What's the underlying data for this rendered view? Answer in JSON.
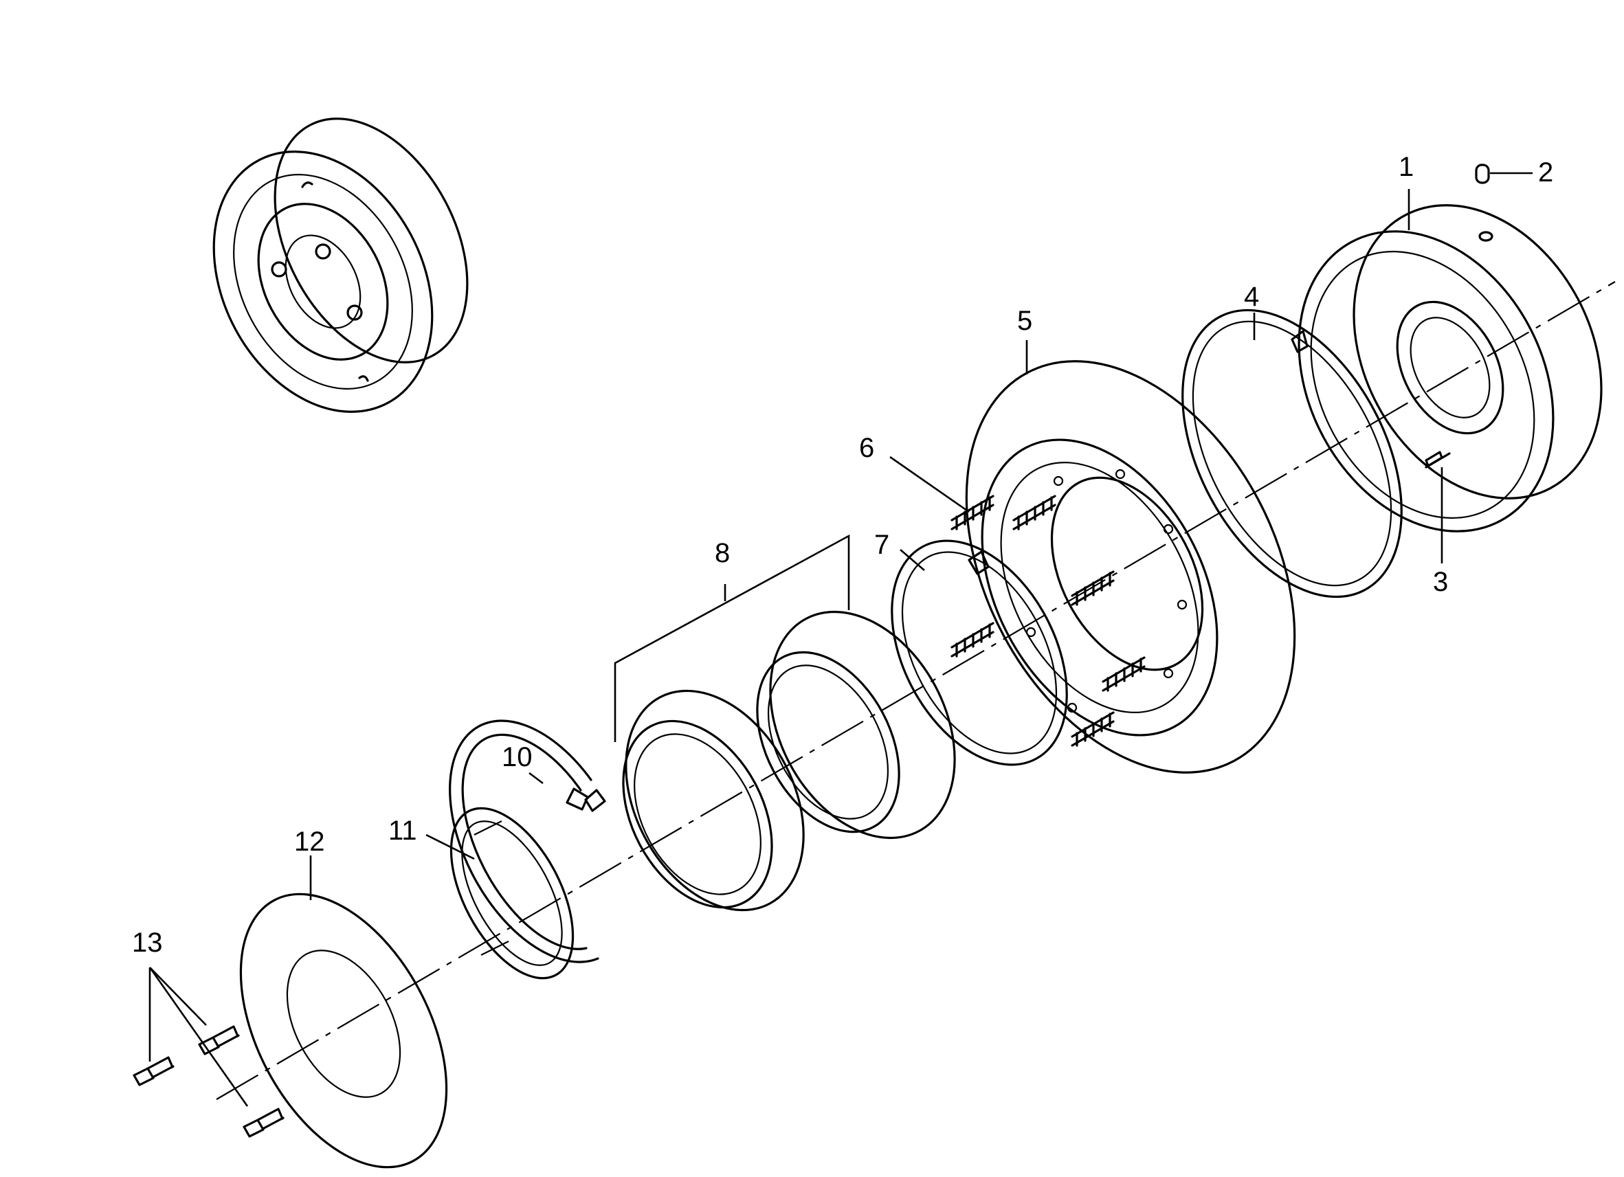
{
  "callouts": [
    {
      "id": "1",
      "label": "1"
    },
    {
      "id": "2",
      "label": "2"
    },
    {
      "id": "3",
      "label": "3"
    },
    {
      "id": "4",
      "label": "4"
    },
    {
      "id": "5",
      "label": "5"
    },
    {
      "id": "6",
      "label": "6"
    },
    {
      "id": "7",
      "label": "7"
    },
    {
      "id": "8",
      "label": "8"
    },
    {
      "id": "10",
      "label": "10"
    },
    {
      "id": "11",
      "label": "11"
    },
    {
      "id": "12",
      "label": "12"
    },
    {
      "id": "13",
      "label": "13"
    }
  ]
}
